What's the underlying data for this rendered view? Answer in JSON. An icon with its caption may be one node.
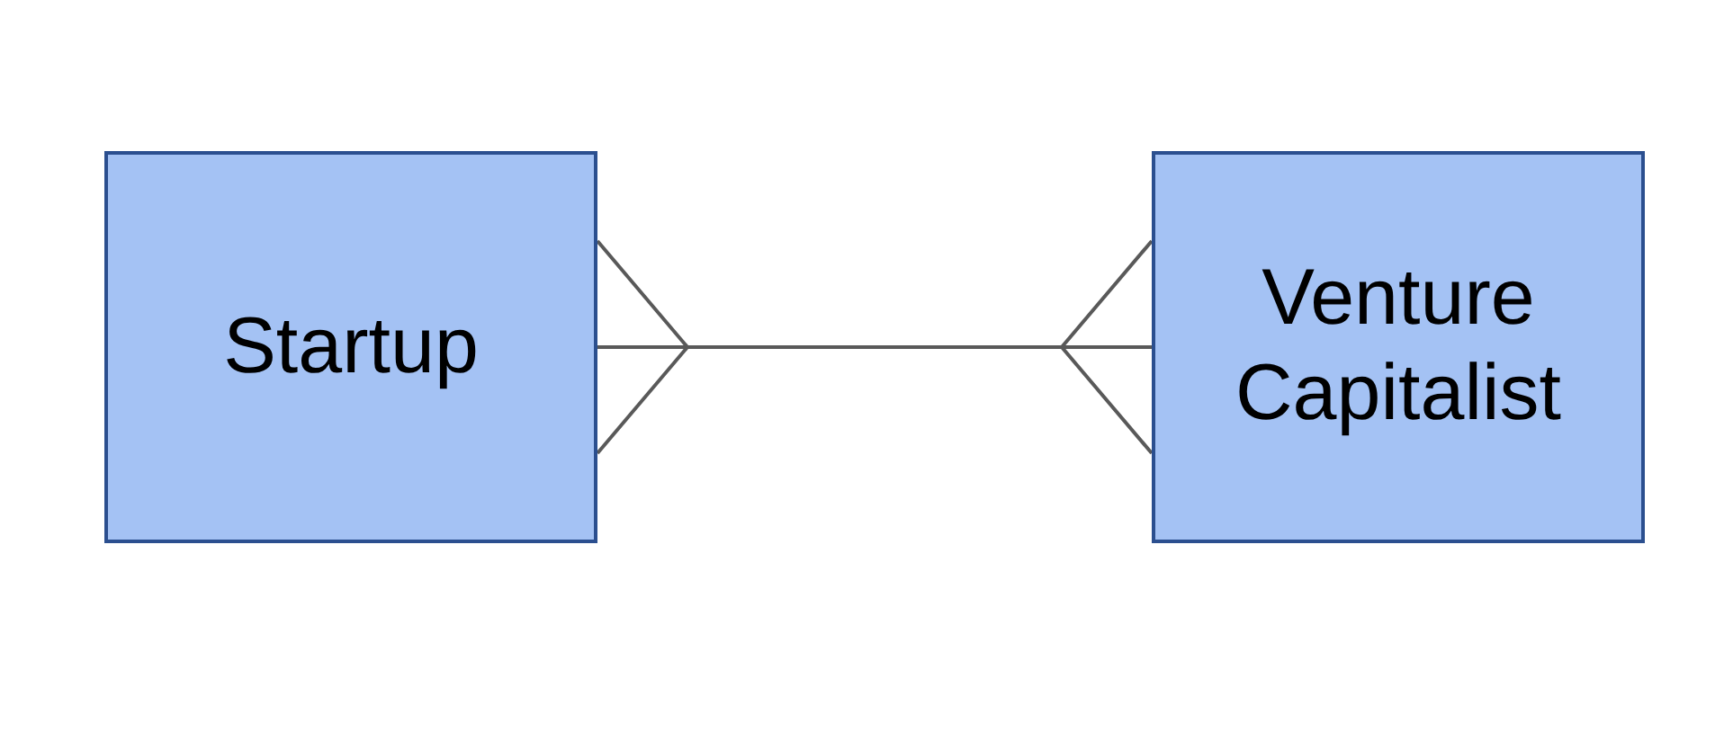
{
  "diagram": {
    "nodes": [
      {
        "text": [
          "Startup"
        ]
      },
      {
        "text": [
          "Venture Capitalist"
        ]
      }
    ],
    "edges": [
      {
        "from": 0,
        "to": 1,
        "arrow": "other"
      }
    ]
  }
}
